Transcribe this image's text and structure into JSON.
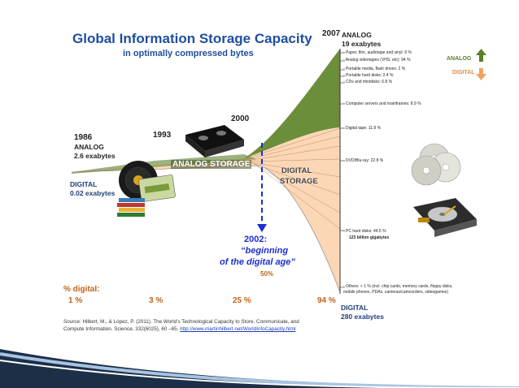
{
  "title": "Global Information Storage Capacity",
  "subtitle": "in optimally compressed bytes",
  "years": {
    "y1986": "1986",
    "y1993": "1993",
    "y2000": "2000",
    "y2007": "2007"
  },
  "start": {
    "analog_label": "ANALOG",
    "analog_value": "2.6 exabytes",
    "digital_label": "DIGITAL",
    "digital_value": "0.02 exabytes"
  },
  "end": {
    "analog_label": "ANALOG",
    "analog_value": "19 exabytes",
    "digital_label": "DIGITAL",
    "digital_value": "280 exabytes"
  },
  "regions": {
    "analog": "ANALOG STORAGE",
    "digital_line1": "DIGITAL",
    "digital_line2": "STORAGE"
  },
  "analog_categories": [
    "- Paper, film, audiotape and vinyl: 6 %",
    "- Analog videotapes (VHS, etc): 94 %"
  ],
  "digital_categories": [
    "- Portable media, flash drives: 2 %",
    "- Portable hard disks: 2.4 %",
    "- CDs and minidisks: 6.8 %",
    "- Computer servers and mainframes: 8.9 %",
    "- Digital tape: 11.8 %",
    "- DVD/Blu-ray: 22.8 %",
    "- PC hard disks: 44.5 %"
  ],
  "pc_gigabytes": "123 billion gigabytes",
  "others_line1": "- Others: < 1 % (incl. chip cards, memory cards, floppy disks,",
  "others_line2": "mobile phones, PDAs, cameras/camcorders, videogames)",
  "legend": {
    "analog": "ANALOG",
    "digital": "DIGITAL",
    "colors": {
      "analog": "#5a7f2c",
      "digital": "#f0a35c"
    }
  },
  "milestone": {
    "year": "2002:",
    "line1": "“beginning",
    "line2": "of the digital age”",
    "percent": "50%"
  },
  "percent_digital": {
    "heading": "% digital:",
    "values": [
      "1 %",
      "3 %",
      "25 %",
      "94 %"
    ]
  },
  "source": {
    "line1": "Source: Hilbert, M., & López, P. (2011). The World’s Technological Capacity to Store, Communicate, and",
    "line2": "Compute Information. Science, 332(6025), 60 –65.",
    "url": "http://www.martinhilbert.net/WorldInfoCapacity.html"
  },
  "colors": {
    "analog_fill": "#6b8e3a",
    "digital_fill": "#fbd7b6",
    "title": "#1f4e9e",
    "percent": "#c0641a"
  }
}
